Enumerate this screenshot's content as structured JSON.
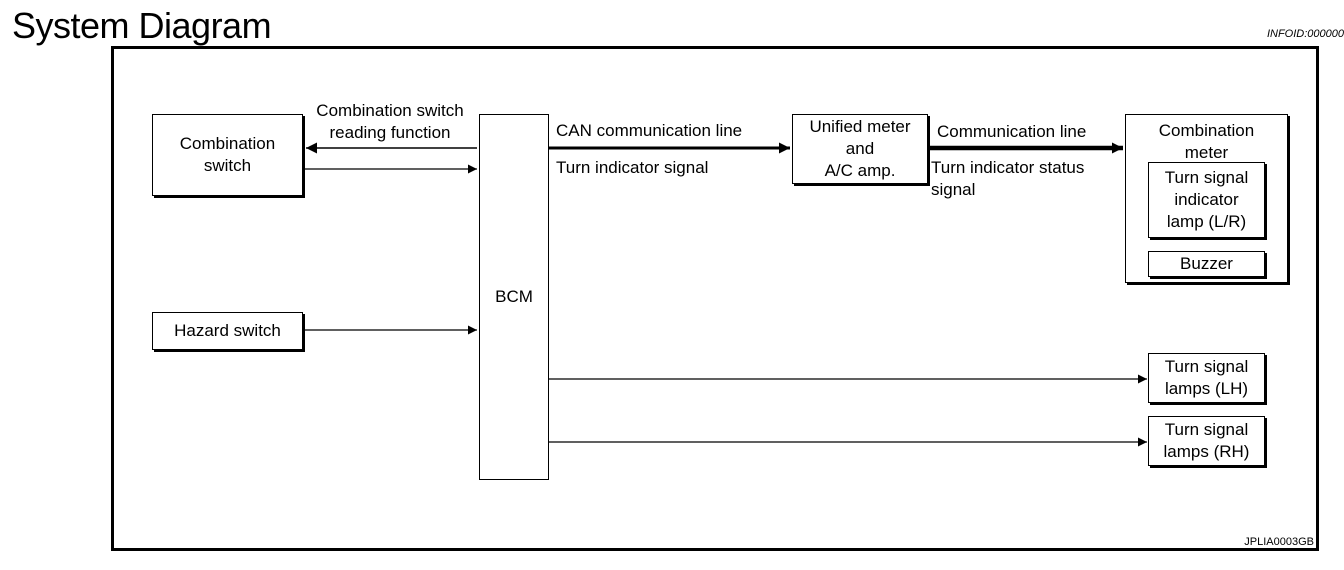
{
  "header": {
    "title": "System Diagram",
    "infoid": "INFOID:000000"
  },
  "boxes": {
    "combination_switch": "Combination\nswitch",
    "hazard_switch": "Hazard switch",
    "bcm": "BCM",
    "unified_meter": "Unified meter\nand\nA/C amp.",
    "combination_meter": "Combination\nmeter",
    "turn_signal_indicator_lamp": "Turn signal\nindicator\nlamp (L/R)",
    "buzzer": "Buzzer",
    "turn_signal_lamps_lh": "Turn signal\nlamps (LH)",
    "turn_signal_lamps_rh": "Turn signal\nlamps (RH)"
  },
  "labels": {
    "combination_switch_reading": "Combination switch\nreading function",
    "can_line": "CAN communication line",
    "turn_indicator_signal": "Turn indicator signal",
    "communication_line": "Communication line",
    "turn_indicator_status": "Turn indicator status\nsignal"
  },
  "footer": {
    "code": "JPLIA0003GB"
  }
}
